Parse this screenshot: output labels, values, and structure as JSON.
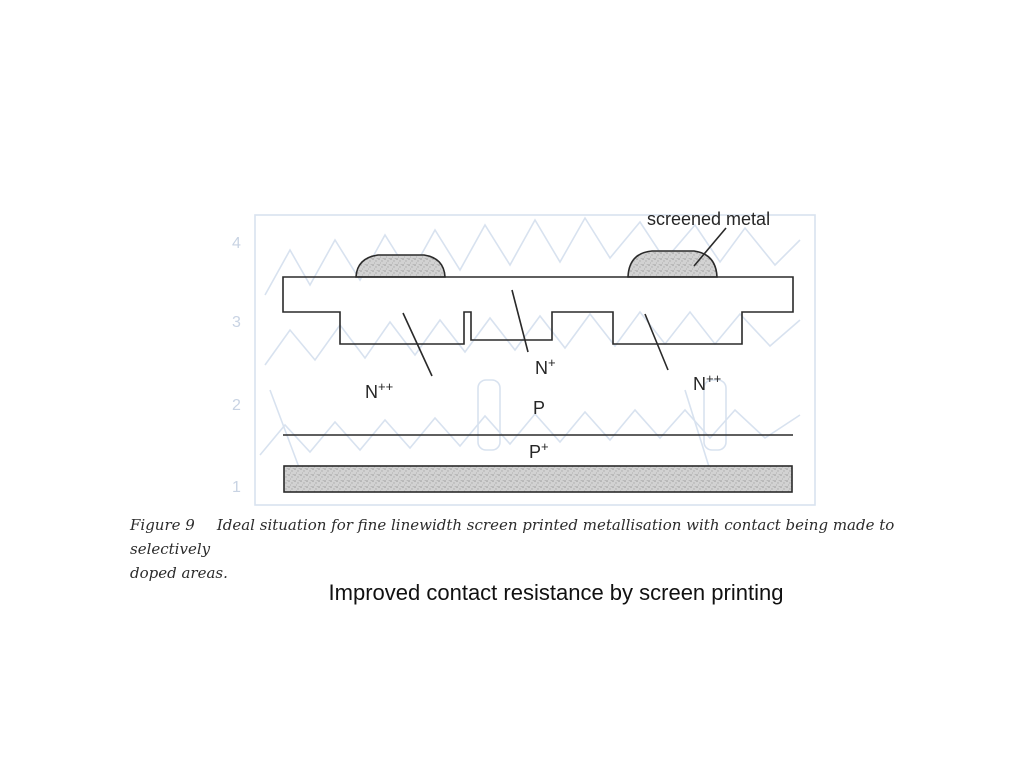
{
  "diagram": {
    "labels": {
      "screened_metal": "screened metal",
      "n_left_base": "N",
      "n_left_sup": "++",
      "n_center_base": "N",
      "n_center_sup": "+",
      "n_right_base": "N",
      "n_right_sup": "++",
      "p": "P",
      "p_plus_base": "P",
      "p_plus_sup": "+"
    }
  },
  "figure_caption": {
    "number": "Figure 9",
    "text_line1": "Ideal situation for fine linewidth screen printed metallisation with contact being made to selectively",
    "text_line2": "doped areas."
  },
  "slide_caption": "Improved contact resistance by screen printing",
  "colors": {
    "stroke": "#2a2a2a",
    "metal_fill": "#c9c9c9",
    "ghost": "#d4dfee"
  }
}
